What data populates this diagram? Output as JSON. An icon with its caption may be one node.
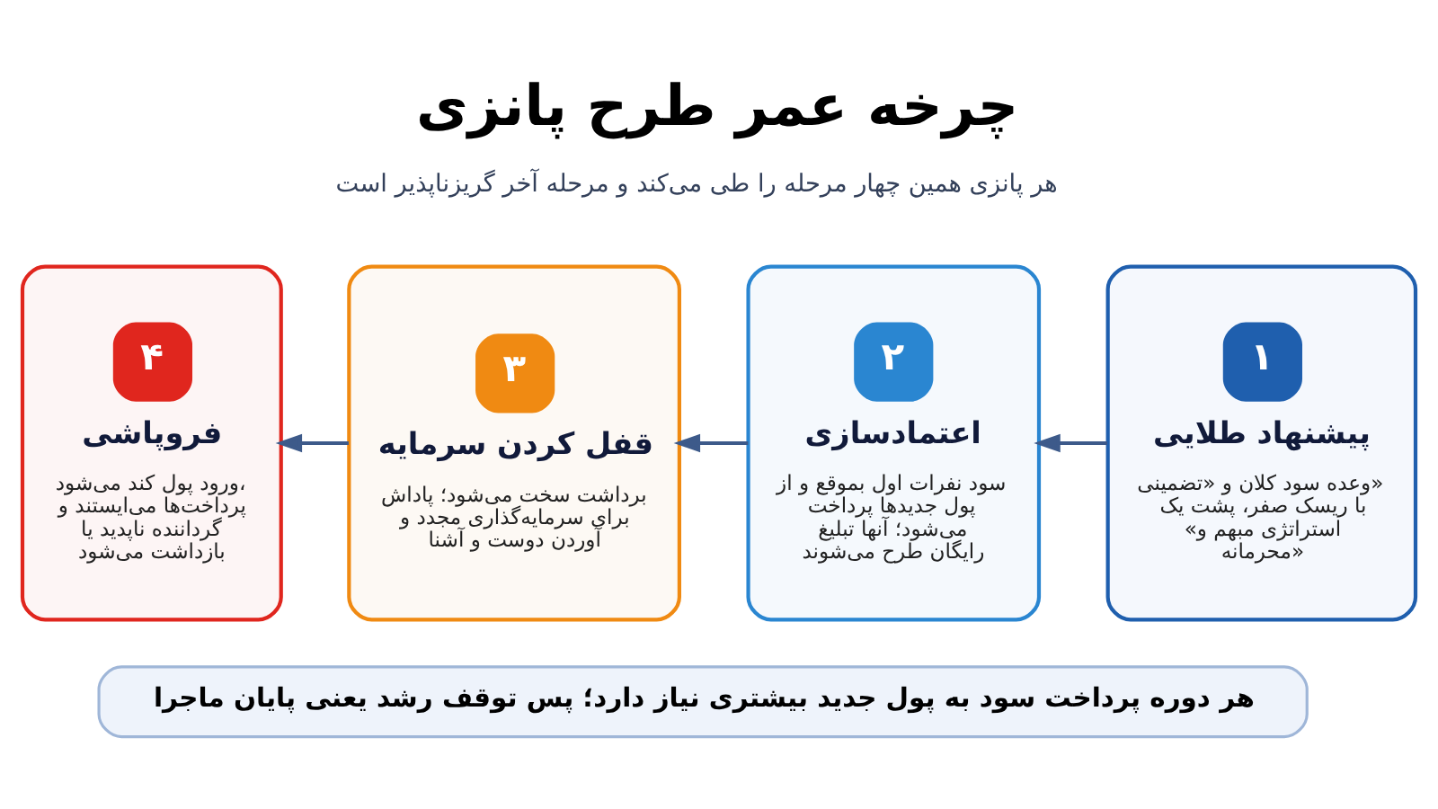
{
  "diagram": {
    "title": "چرخه عمر طرح پانزی",
    "nodes": [
      {
        "text": [
          "۱",
          "پیشنهاد طلایی",
          "وعده سود کلان و «تضمینی» با ریسک صفر، پشت یک «استراتژی مبهم و محرمانه»"
        ]
      },
      {
        "text": [
          "۲",
          "اعتمادسازی",
          "سود نفرات اول بموقع و از پول جدیدها پرداخت می‌شود؛ آنها تبلیغ رایگان طرح می‌شوند"
        ]
      },
      {
        "text": [
          "۳",
          "قفل کردن سرمایه",
          "برداشت سخت می‌شود؛ پاداش برای سرمایه‌گذاری مجدد و آوردن دوست و آشنا"
        ]
      },
      {
        "text": [
          "۴",
          "فروپاشی",
          "ورود پول کند می‌شود، پرداخت‌ها می‌ایستند و گرداننده ناپدید یا بازداشت می‌شود"
        ]
      },
      {
        "text": [
          "هر دوره پرداخت سود به پول جدید بیشتری نیاز دارد؛ پس توقف رشد یعنی پایان ماجرا"
        ]
      }
    ],
    "edges": [
      {
        "from": 0,
        "to": 1,
        "arrow": "to"
      },
      {
        "from": 1,
        "to": 2,
        "arrow": "to"
      },
      {
        "from": 2,
        "to": 3,
        "arrow": "to"
      }
    ],
    "labels": [
      "هر پانزی همین چهار مرحله را طی می‌کند و مرحله آخر گریزناپذیر است"
    ]
  }
}
